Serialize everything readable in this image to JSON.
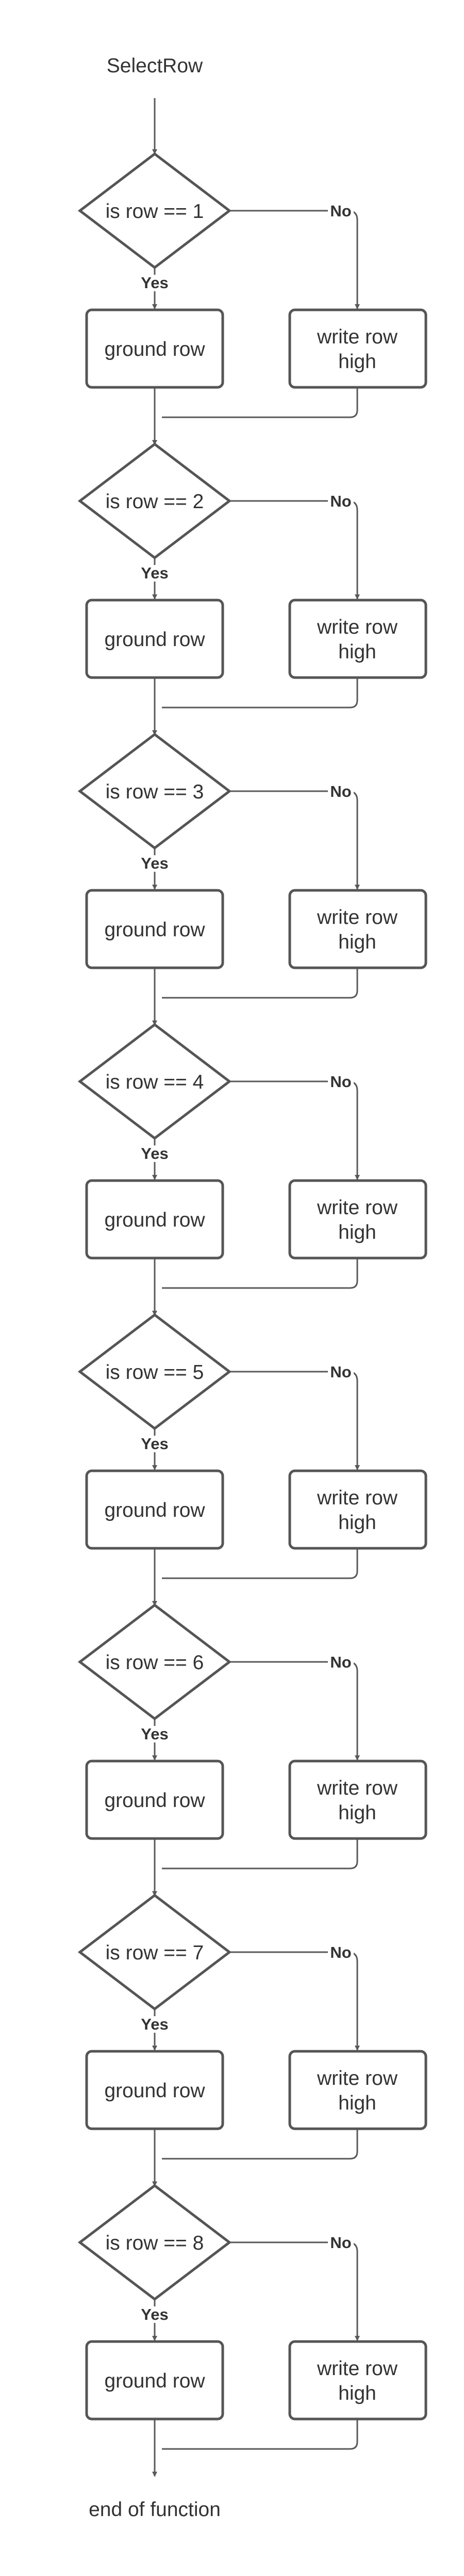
{
  "diagram": {
    "start_label": "SelectRow",
    "end_label": "end of function",
    "yes_label": "Yes",
    "no_label": "No",
    "stages": [
      {
        "condition": "is row == 1",
        "yes_action": "ground row",
        "no_action": [
          "write row",
          "high"
        ]
      },
      {
        "condition": "is row == 2",
        "yes_action": "ground row",
        "no_action": [
          "write row",
          "high"
        ]
      },
      {
        "condition": "is row == 3",
        "yes_action": "ground row",
        "no_action": [
          "write row",
          "high"
        ]
      },
      {
        "condition": "is row == 4",
        "yes_action": "ground row",
        "no_action": [
          "write row",
          "high"
        ]
      },
      {
        "condition": "is row == 5",
        "yes_action": "ground row",
        "no_action": [
          "write row",
          "high"
        ]
      },
      {
        "condition": "is row == 6",
        "yes_action": "ground row",
        "no_action": [
          "write row",
          "high"
        ]
      },
      {
        "condition": "is row == 7",
        "yes_action": "ground row",
        "no_action": [
          "write row",
          "high"
        ]
      },
      {
        "condition": "is row == 8",
        "yes_action": "ground row",
        "no_action": [
          "write row",
          "high"
        ]
      }
    ]
  }
}
